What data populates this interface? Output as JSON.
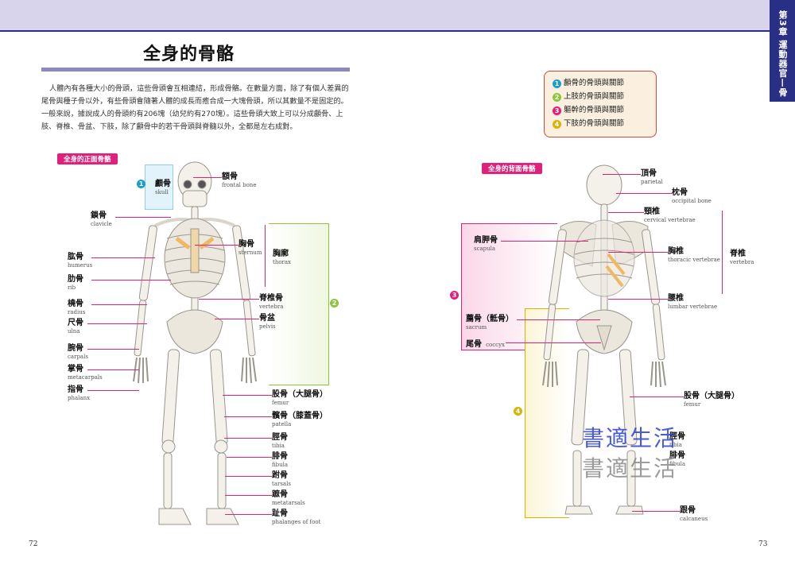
{
  "header": {
    "chapter_tab": "第3章 運動器官—骨骼"
  },
  "left_page": {
    "title": "全身的骨骼",
    "intro": "人體內有各種大小的骨頭，這些骨頭會互相連結，形成骨骼。在數量方面，除了有個人差異的尾骨與種子骨以外，有些骨頭會隨著人體的成長而癒合成一大塊骨頭，所以其數量不是固定的。一般來說，據說成人的骨頭約有206塊（幼兒約有270塊）。這些骨頭大致上可以分成顱骨、上肢、脊椎、骨盆、下肢，除了顱骨中的若干骨頭與脊髓以外，全都是左右成對。",
    "diagram_badge": "全身的正面骨骼",
    "labels": {
      "skull": {
        "cn": "顱骨",
        "en": "skull"
      },
      "frontal": {
        "cn": "額骨",
        "en": "frontal bone"
      },
      "clavicle": {
        "cn": "鎖骨",
        "en": "clavicle"
      },
      "humerus": {
        "cn": "肱骨",
        "en": "humerus"
      },
      "rib": {
        "cn": "肋骨",
        "en": "rib"
      },
      "radius": {
        "cn": "橈骨",
        "en": "radius"
      },
      "ulna": {
        "cn": "尺骨",
        "en": "ulna"
      },
      "carpals": {
        "cn": "腕骨",
        "en": "carpals"
      },
      "metacarpals": {
        "cn": "掌骨",
        "en": "metacarpals"
      },
      "phalanx": {
        "cn": "指骨",
        "en": "phalanx"
      },
      "sternum": {
        "cn": "胸骨",
        "en": "sternum"
      },
      "thorax": {
        "cn": "胸廓",
        "en": "thorax"
      },
      "vertebra": {
        "cn": "脊椎骨",
        "en": "vertebra"
      },
      "pelvis": {
        "cn": "骨盆",
        "en": "pelvis"
      },
      "femur": {
        "cn": "股骨（大腿骨）",
        "en": "femur"
      },
      "patella": {
        "cn": "髕骨（膝蓋骨）",
        "en": "patella"
      },
      "tibia": {
        "cn": "脛骨",
        "en": "tibia"
      },
      "fibula": {
        "cn": "腓骨",
        "en": "fibula"
      },
      "tarsals": {
        "cn": "跗骨",
        "en": "tarsals"
      },
      "metatarsals": {
        "cn": "蹠骨",
        "en": "metatarsals"
      },
      "phalanges_foot": {
        "cn": "趾骨",
        "en": "phalanges of foot"
      }
    },
    "circle_1": "1",
    "circle_2": "2",
    "page_number": "72"
  },
  "right_page": {
    "legend": [
      {
        "num": "1",
        "text": "顱骨的骨頭與關節",
        "color": "#1aa0c8"
      },
      {
        "num": "2",
        "text": "上肢的骨頭與關節",
        "color": "#8cc43c"
      },
      {
        "num": "3",
        "text": "軀幹的骨頭與關節",
        "color": "#e0207a"
      },
      {
        "num": "4",
        "text": "下肢的骨頭與關節",
        "color": "#d8b400"
      }
    ],
    "diagram_badge": "全身的背面骨骼",
    "labels": {
      "parietal": {
        "cn": "頂骨",
        "en": "parietal"
      },
      "occipital": {
        "cn": "枕骨",
        "en": "occipital bone"
      },
      "cervical": {
        "cn": "頸椎",
        "en": "cervical vertebrae"
      },
      "scapula": {
        "cn": "肩胛骨",
        "en": "scapula"
      },
      "thoracic": {
        "cn": "胸椎",
        "en": "thoracic vertebrae"
      },
      "vertebra": {
        "cn": "脊椎",
        "en": "vertebra"
      },
      "lumbar": {
        "cn": "腰椎",
        "en": "lumbar vertebrae"
      },
      "sacrum": {
        "cn": "薦骨（骶骨）",
        "en": "sacrum"
      },
      "coccyx": {
        "cn": "尾骨",
        "en": "coccyx"
      },
      "femur": {
        "cn": "股骨（大腿骨）",
        "en": "femur"
      },
      "tibia": {
        "cn": "脛骨",
        "en": "tibia"
      },
      "fibula": {
        "cn": "腓骨",
        "en": "fibula"
      },
      "calcaneus": {
        "cn": "跟骨",
        "en": "calcaneus"
      }
    },
    "circle_3": "3",
    "circle_4": "4",
    "watermark": "書適生活",
    "page_number": "73"
  }
}
